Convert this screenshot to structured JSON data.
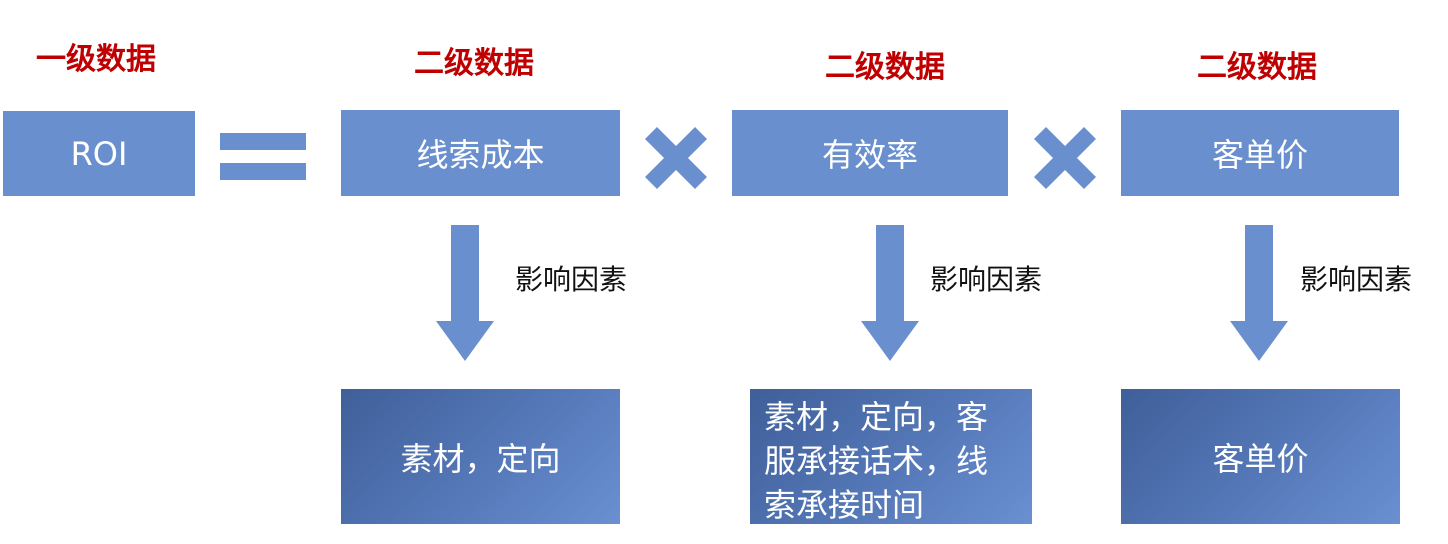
{
  "headings": {
    "level1": "一级数据",
    "level2_a": "二级数据",
    "level2_b": "二级数据",
    "level2_c": "二级数据"
  },
  "boxes": {
    "roi": "ROI",
    "lead_cost": "线索成本",
    "efficiency": "有效率",
    "unit_price": "客单价"
  },
  "operators": {
    "equals": "equals-sign",
    "multiply_1": "multiply-sign",
    "multiply_2": "multiply-sign"
  },
  "factor_labels": {
    "a": "影响因素",
    "b": "影响因素",
    "c": "影响因素"
  },
  "results": {
    "lead_cost": "素材，定向",
    "efficiency": "素材，定向，客服承接话术，线索承接时间",
    "unit_price": "客单价"
  },
  "colors": {
    "heading": "#c00000",
    "box": "#6a8fcf",
    "result_dark": "#3f5f99",
    "result_light": "#6a90d2"
  }
}
